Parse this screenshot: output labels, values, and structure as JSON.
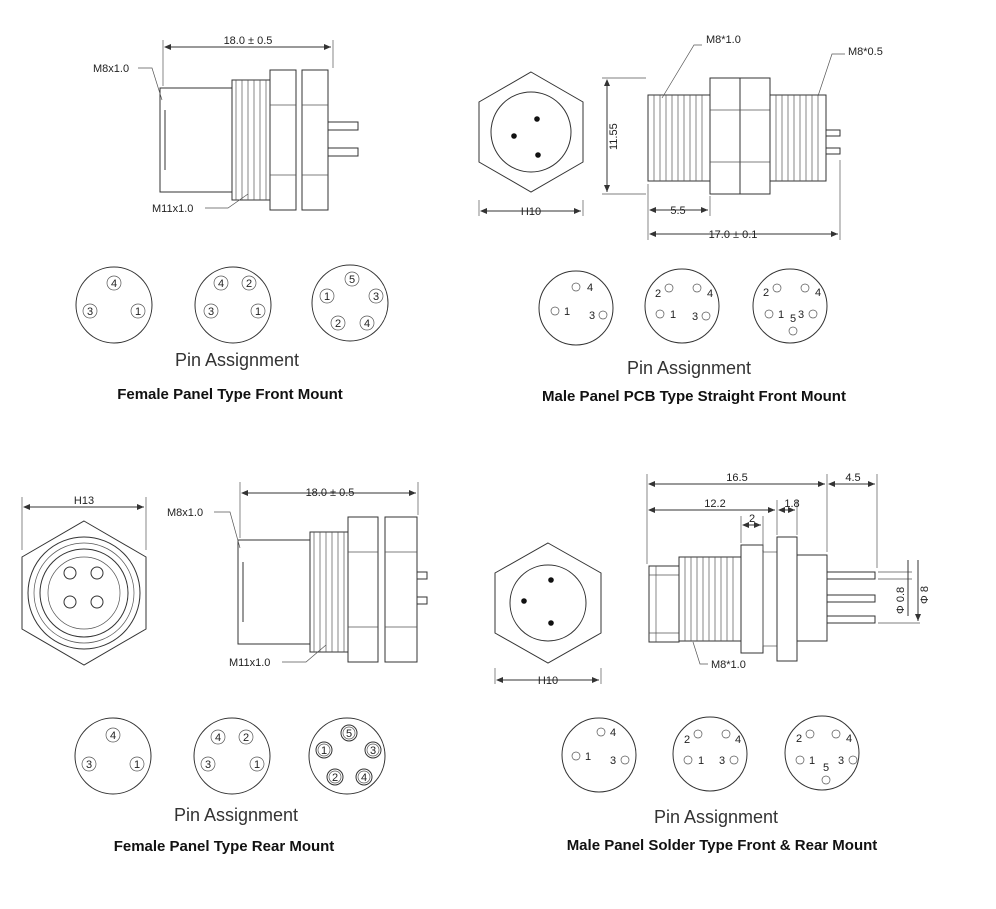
{
  "panels": {
    "p1": {
      "title": "Female Panel Type Front Mount",
      "pin_label": "Pin Assignment",
      "dim_overall": "18.0 ± 0.5",
      "thread_body": "M8x1.0",
      "thread_panel": "M11x1.0",
      "pins_3": [
        "4",
        "3",
        "1"
      ],
      "pins_4": [
        "4",
        "2",
        "3",
        "1"
      ],
      "pins_5": [
        "5",
        "1",
        "3",
        "2",
        "4"
      ]
    },
    "p2": {
      "title": "Male Panel PCB Type Straight Front Mount",
      "pin_label": "Pin Assignment",
      "thread_front": "M8*1.0",
      "thread_rear": "M8*0.5",
      "dim_height": "11.55",
      "dim_hex": "H10",
      "dim_front": "5.5",
      "dim_overall": "17.0 ± 0.1",
      "pins_3": [
        "4",
        "1",
        "3"
      ],
      "pins_4": [
        "2",
        "4",
        "1",
        "3"
      ],
      "pins_5": [
        "2",
        "4",
        "1",
        "3",
        "5"
      ]
    },
    "p3": {
      "title": "Female Panel Type Rear Mount",
      "pin_label": "Pin Assignment",
      "dim_hex": "H13",
      "dim_overall": "18.0 ± 0.5",
      "thread_body": "M8x1.0",
      "thread_panel": "M11x1.0",
      "pins_3": [
        "4",
        "3",
        "1"
      ],
      "pins_4": [
        "4",
        "2",
        "3",
        "1"
      ],
      "pins_5": [
        "5",
        "1",
        "3",
        "2",
        "4"
      ]
    },
    "p4": {
      "title": "Male Panel Solder Type Front & Rear Mount",
      "pin_label": "Pin Assignment",
      "dim_hex": "H10",
      "dim_overall": "16.5",
      "dim_tail": "4.5",
      "dim_body": "12.2",
      "dim_flange": "1.8",
      "dim_nut": "2",
      "dim_pin_dia": "Φ 0.8",
      "dim_pin_circle": "Φ 8",
      "thread": "M8*1.0",
      "pins_3": [
        "4",
        "1",
        "3"
      ],
      "pins_4": [
        "2",
        "4",
        "1",
        "3"
      ],
      "pins_5": [
        "2",
        "4",
        "1",
        "3",
        "5"
      ]
    }
  }
}
